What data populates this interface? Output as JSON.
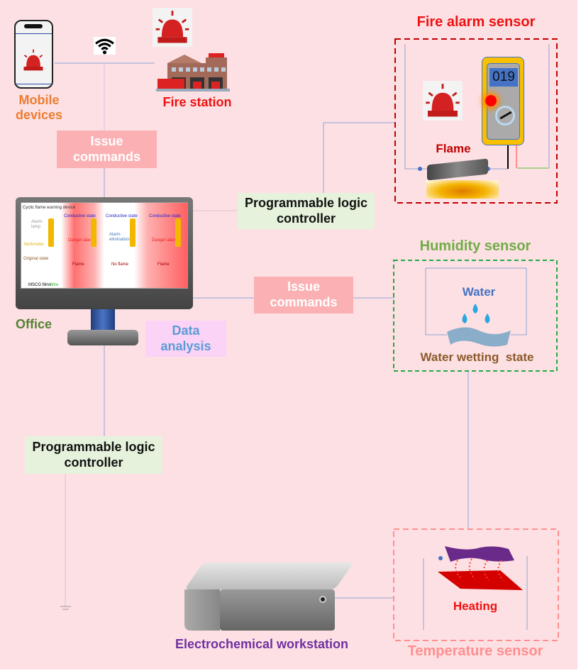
{
  "labels": {
    "mobile_devices": "Mobile devices",
    "fire_station": "Fire station",
    "office": "Office",
    "data_analysis": "Data analysis",
    "fire_alarm_sensor": "Fire alarm sensor",
    "flame": "Flame",
    "humidity_sensor": "Humidity sensor",
    "water": "Water",
    "water_wetting_state": "Water wetting  state",
    "heating": "Heating",
    "temperature_sensor": "Temperature sensor",
    "electrochemical_workstation": "Electrochemical workstation"
  },
  "boxes": {
    "issue_commands_top": "Issue commands",
    "issue_commands_mid": "Issue commands",
    "plc_top": "Programmable logic controller",
    "plc_bottom": "Programmable logic controller"
  },
  "multimeter_reading": "019",
  "screen": {
    "title": "Cyclic flame warning device",
    "alarm_lamp": "Alarm lamp",
    "multimeter": "Multimeter",
    "original_state": "Original state",
    "mscg_films": "MSCG films",
    "wire": "Wire",
    "conductive_state_1": "Conductive state",
    "danger_alarm_1": "Danger alarm",
    "flame_1": "Flame",
    "conductive_state_2": "Conductive state",
    "alarm_elimination": "Alarm elimination",
    "no_flame": "No flame",
    "conductive_state_3": "Conductive state",
    "danger_alarm_2": "Danger alarm",
    "flame_2": "Flame"
  },
  "colors": {
    "background": "#fde0e3",
    "fire_red": "#ee1111",
    "orange": "#ed7d31",
    "green": "#70ad47",
    "purple": "#7030a0",
    "salmon": "#ff8f8f",
    "blue": "#4472c4"
  }
}
